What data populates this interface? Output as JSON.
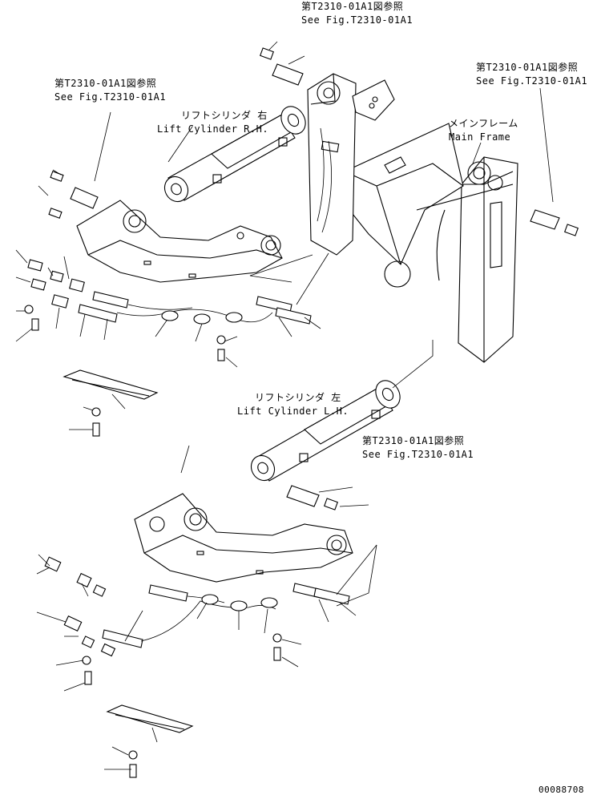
{
  "labels": {
    "ref_top_jp": "第T2310-01A1図参照",
    "ref_top_en": "See Fig.T2310-01A1",
    "ref_left_jp": "第T2310-01A1図参照",
    "ref_left_en": "See Fig.T2310-01A1",
    "ref_right_jp": "第T2310-01A1図参照",
    "ref_right_en": "See Fig.T2310-01A1",
    "lift_cyl_rh_jp": "リフトシリンダ 右",
    "lift_cyl_rh_en": "Lift Cylinder R.H.",
    "main_frame_jp": "メインフレーム",
    "main_frame_en": "Main Frame",
    "lift_cyl_lh_jp": "リフトシリンダ 左",
    "lift_cyl_lh_en": "Lift Cylinder L.H.",
    "ref_mid_jp": "第T2310-01A1図参照",
    "ref_mid_en": "See Fig.T2310-01A1",
    "drawing_no": "00088708"
  }
}
